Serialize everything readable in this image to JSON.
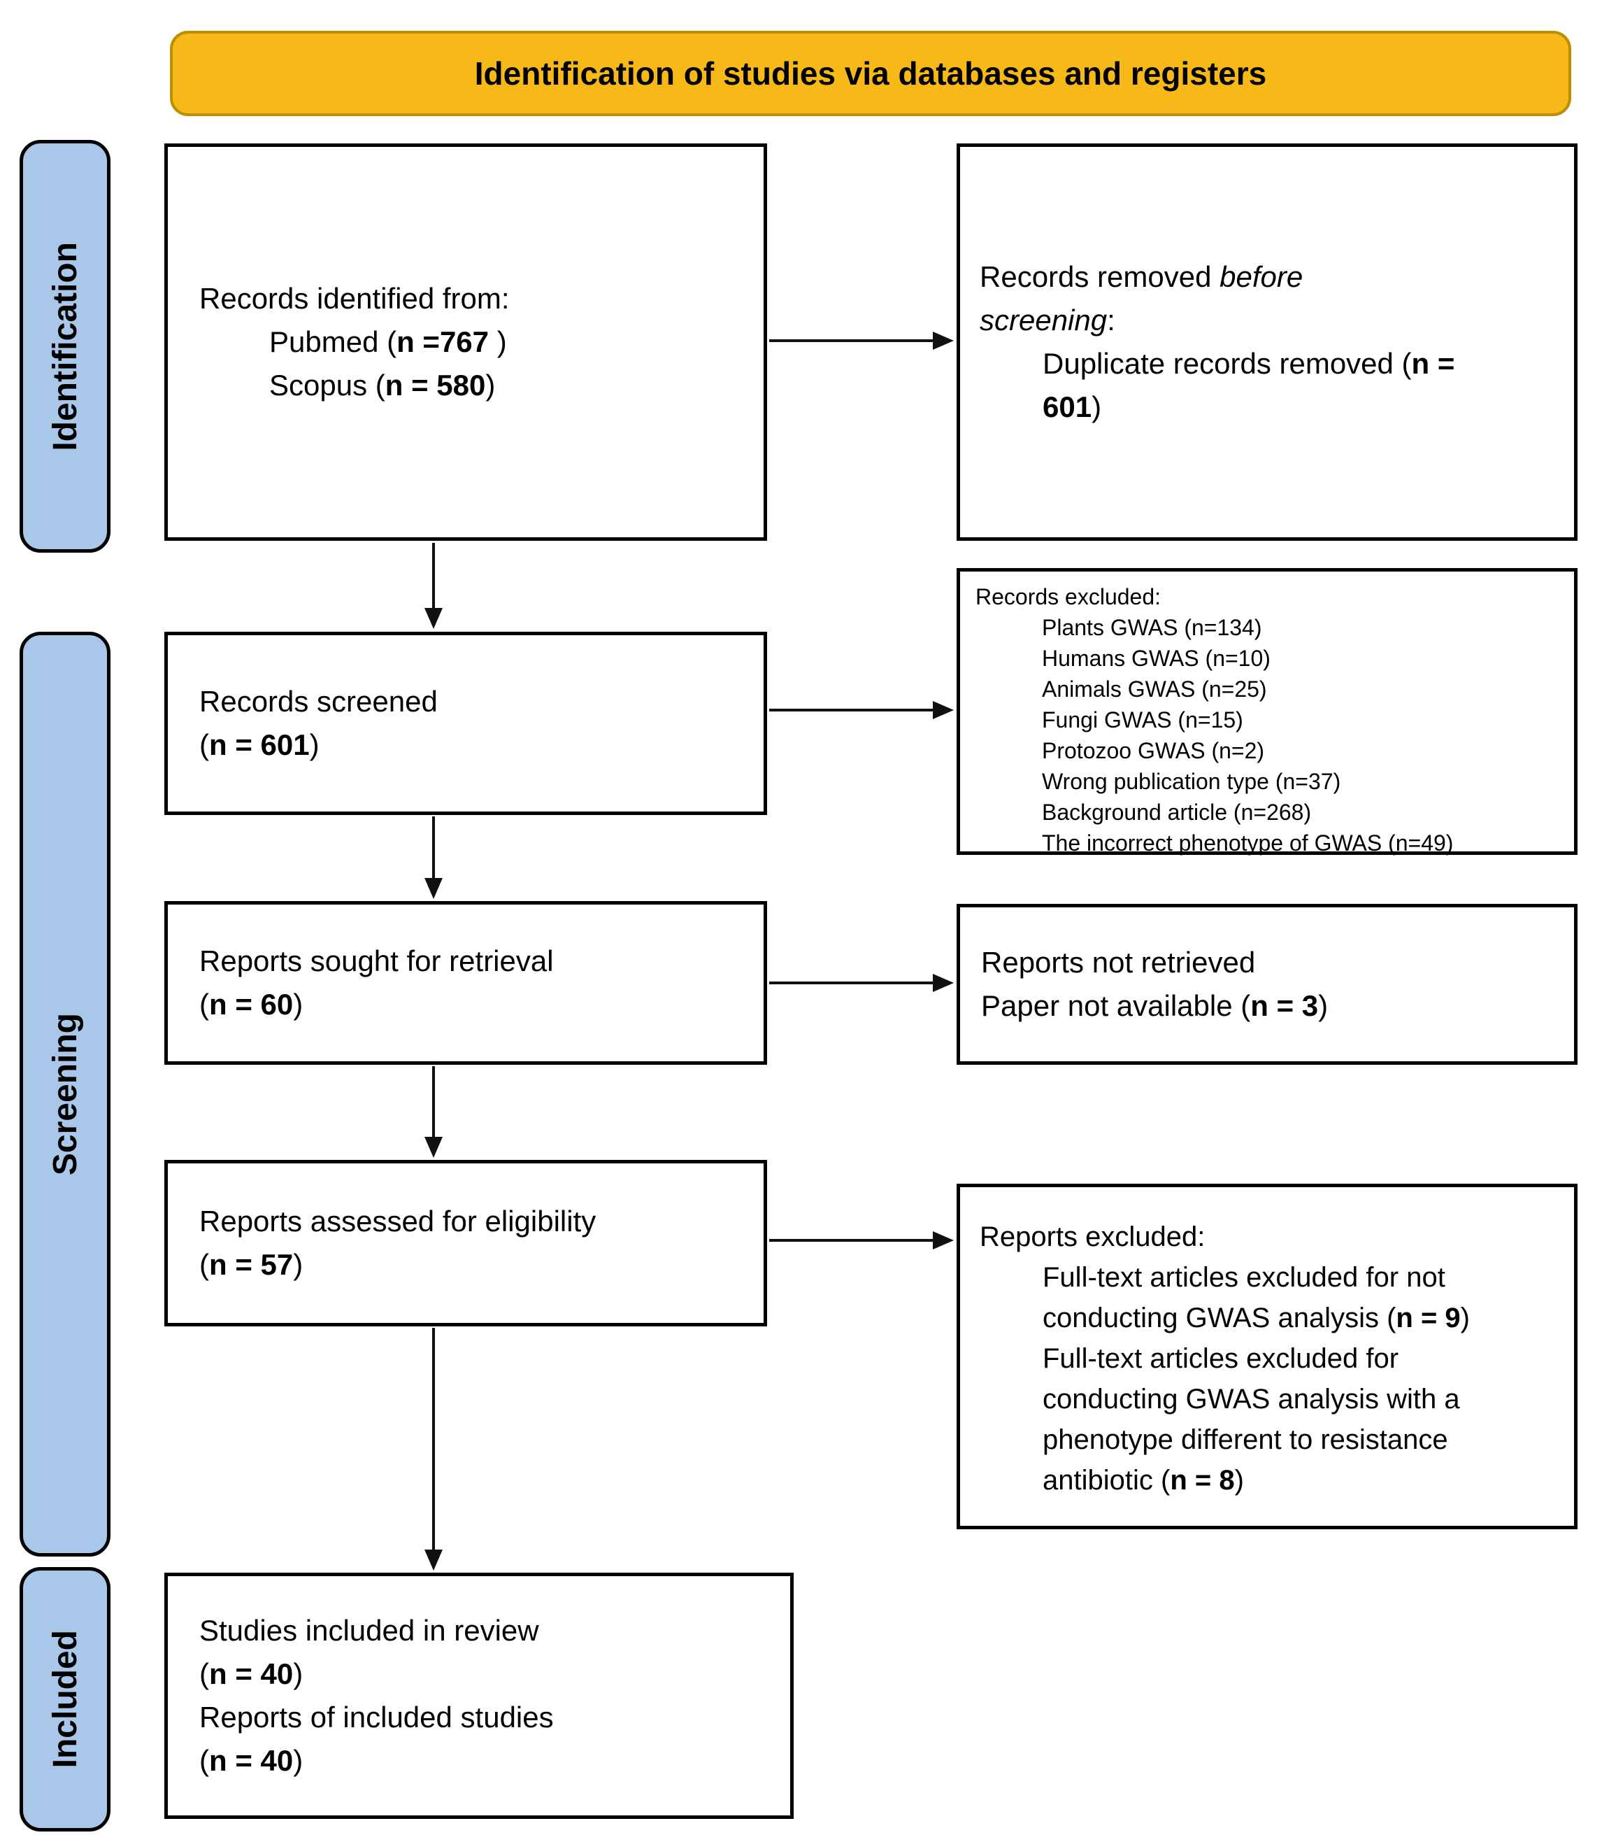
{
  "header": {
    "title": "Identification of studies via databases and registers"
  },
  "colors": {
    "banner_bg": "#F6B917",
    "banner_border": "#BD8E00",
    "stage_bg": "#A9C7E8",
    "box_border": "#000000",
    "arrow": "#111111"
  },
  "stages": {
    "identification": "Identification",
    "screening": "Screening",
    "included": "Included"
  },
  "boxes": {
    "records_identified": {
      "title": "Records identified from:",
      "items": [
        {
          "pre": "Pubmed (",
          "n": "n =767",
          "post": " )"
        },
        {
          "pre": "Scopus (",
          "n": "n = 580",
          "post": ")"
        }
      ]
    },
    "records_removed": {
      "pre": "Records removed ",
      "italic": "before screening",
      "post": ":",
      "item_pre": "Duplicate records removed (",
      "item_n": "n = 601",
      "item_post": ")"
    },
    "records_screened": {
      "title": "Records screened",
      "pre": "(",
      "n": "n = 601",
      "post": ")"
    },
    "records_excluded": {
      "title": "Records excluded:",
      "items": [
        "Plants GWAS (n=134)",
        "Humans GWAS (n=10)",
        "Animals GWAS (n=25)",
        "Fungi GWAS (n=15)",
        "Protozoo GWAS (n=2)",
        "Wrong publication type (n=37)",
        "Background article (n=268)",
        "The incorrect phenotype of GWAS (n=49)"
      ]
    },
    "reports_sought": {
      "title": "Reports sought for retrieval",
      "pre": "(",
      "n": "n = 60",
      "post": ")"
    },
    "reports_not_retrieved": {
      "line1": "Reports not retrieved",
      "pre": "Paper not available (",
      "n": "n = 3",
      "post": ")"
    },
    "reports_assessed": {
      "title": "Reports assessed for eligibility",
      "pre": "(",
      "n": "n = 57",
      "post": ")"
    },
    "reports_excluded": {
      "title": "Reports excluded:",
      "items": [
        {
          "pre": "Full-text articles excluded for not conducting GWAS analysis (",
          "n": "n = 9",
          "post": ")"
        },
        {
          "pre": "Full-text articles excluded for conducting GWAS analysis with a phenotype different to resistance antibiotic (",
          "n": "n = 8",
          "post": ")"
        }
      ]
    },
    "studies_included": {
      "line1": "Studies included in review",
      "n1_pre": "(",
      "n1": "n = 40",
      "n1_post": ")",
      "line2": "Reports of included studies",
      "n2_pre": "(",
      "n2": "n = 40",
      "n2_post": ")"
    }
  }
}
